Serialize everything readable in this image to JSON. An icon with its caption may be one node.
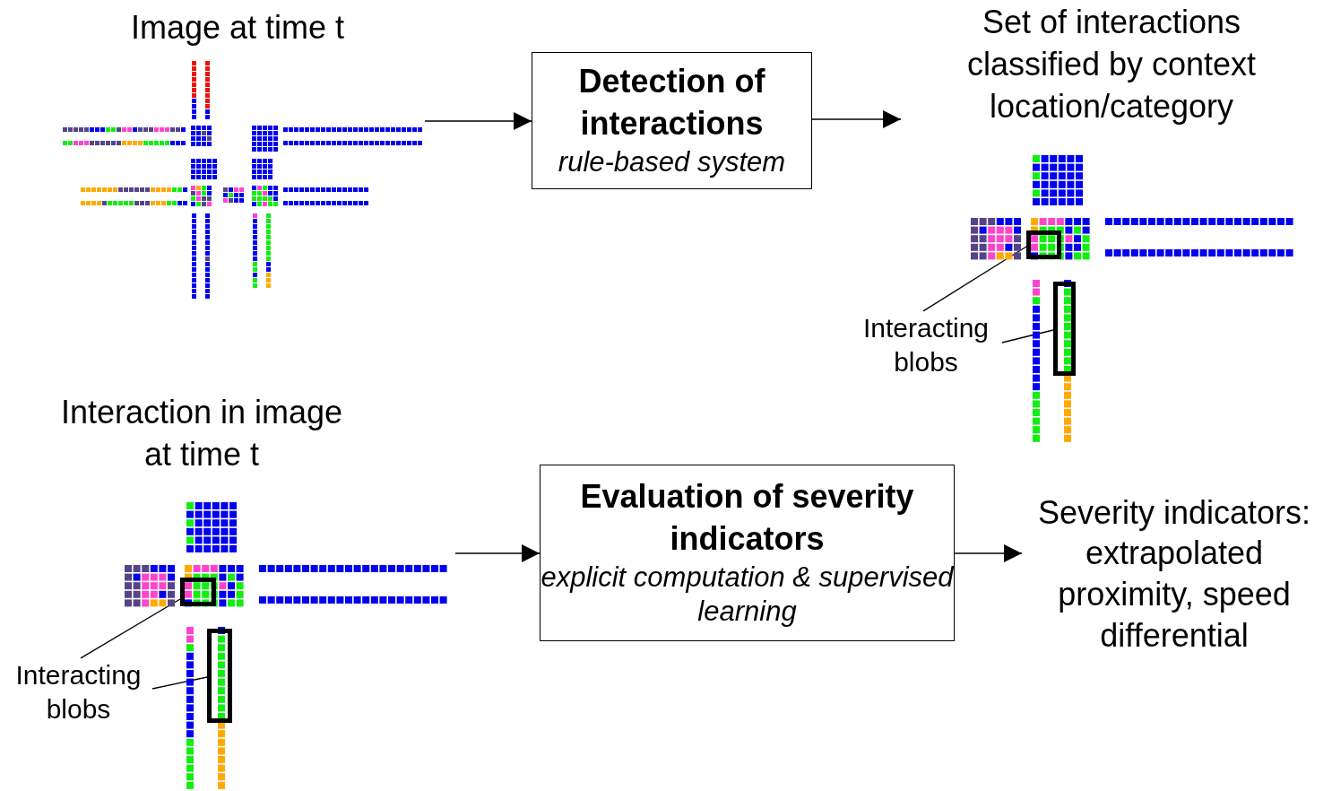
{
  "diagram": {
    "nodes": [
      {
        "text": [
          "Image at time t"
        ]
      },
      {
        "text": [
          "Detection of interactions",
          "rule-based system"
        ]
      },
      {
        "text": [
          "Set of interactions classified by context location/category"
        ]
      },
      {
        "text": [
          "Interacting blobs"
        ]
      },
      {
        "text": [],
        "shape": "box",
        "in": 2
      },
      {
        "text": [],
        "shape": "box",
        "in": 2
      },
      {
        "text": [
          "Interaction in image at time t"
        ]
      },
      {
        "text": [
          "Interacting blobs"
        ]
      },
      {
        "text": [],
        "shape": "box",
        "in": 6
      },
      {
        "text": [],
        "shape": "box",
        "in": 6
      },
      {
        "text": [
          "Evaluation of severity indicators",
          "explicit computation & supervised learning"
        ]
      },
      {
        "text": [
          "Severity indicators: extrapolated proximity, speed differential"
        ]
      }
    ],
    "edges": [
      {
        "from": 0,
        "to": 1,
        "arrow": "to"
      },
      {
        "from": 1,
        "to": 2,
        "arrow": "to"
      },
      {
        "from": 3,
        "to": 4,
        "arrow": "none"
      },
      {
        "from": 3,
        "to": 5,
        "arrow": "none"
      },
      {
        "from": 7,
        "to": 8,
        "arrow": "none"
      },
      {
        "from": 7,
        "to": 9,
        "arrow": "none"
      },
      {
        "from": 6,
        "to": 10,
        "arrow": "to"
      },
      {
        "from": 10,
        "to": 11,
        "arrow": "to"
      }
    ]
  }
}
